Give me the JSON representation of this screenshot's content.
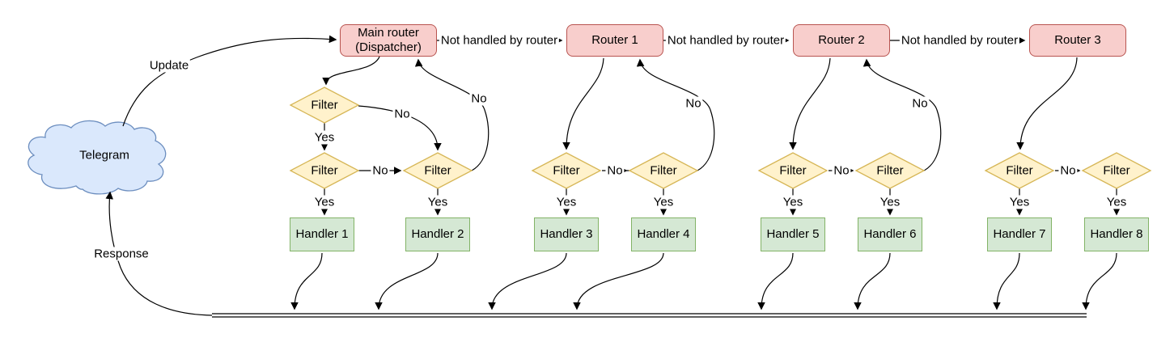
{
  "colors": {
    "cloud-fill": "#dae8fc",
    "cloud-stroke": "#6c8ebf",
    "router-fill": "#f8cecc",
    "router-stroke": "#b85450",
    "filter-fill": "#fff2cc",
    "filter-stroke": "#d6b656",
    "handler-fill": "#d5e8d4",
    "handler-stroke": "#82b366",
    "edge-color": "#000000"
  },
  "cloud": {
    "label": "Telegram"
  },
  "nodes": {
    "main_router": "Main router\n(Dispatcher)",
    "routers": [
      "Router 1",
      "Router 2",
      "Router 3"
    ],
    "filter_label": "Filter",
    "handlers": [
      "Handler 1",
      "Handler 2",
      "Handler 3",
      "Handler 4",
      "Handler 5",
      "Handler 6",
      "Handler 7",
      "Handler 8"
    ]
  },
  "edge_labels": {
    "update": "Update",
    "response": "Response",
    "not_handled": "Not handled by router",
    "yes": "Yes",
    "no": "No"
  }
}
